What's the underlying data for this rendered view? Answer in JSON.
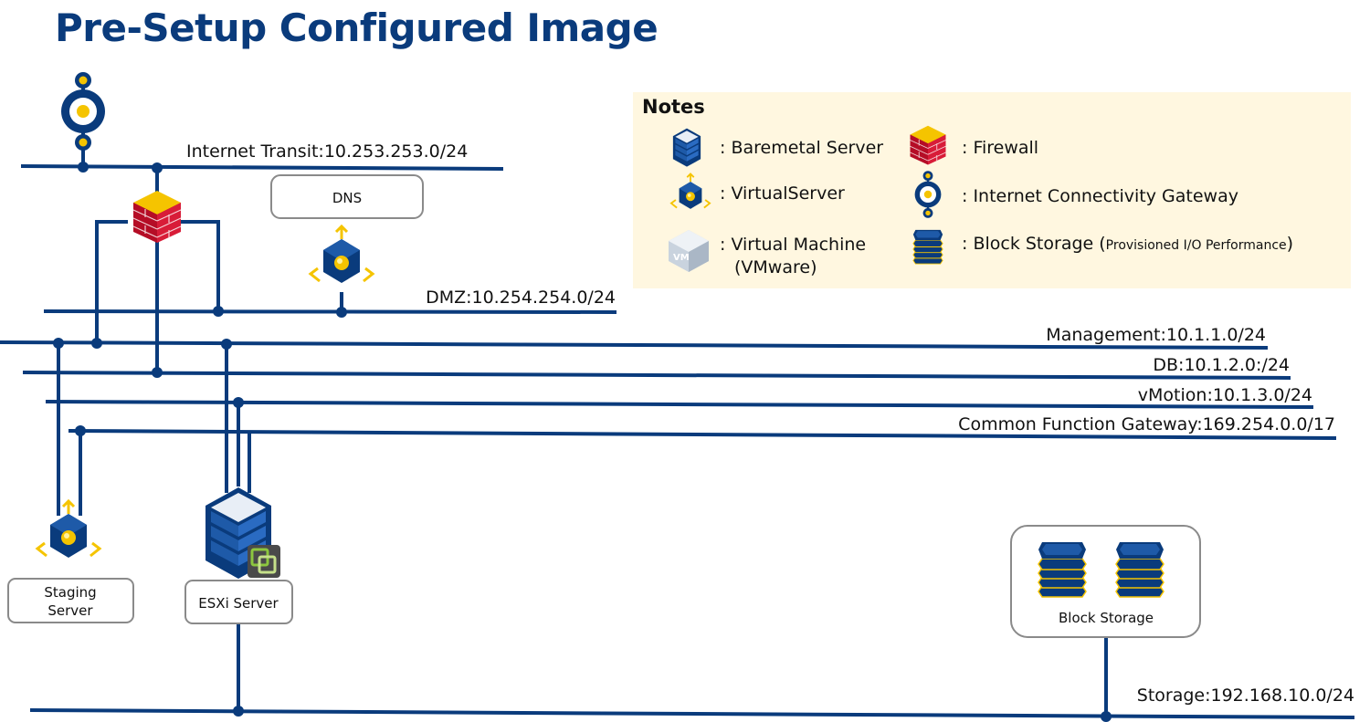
{
  "title": "Pre-Setup Configured Image",
  "networks": {
    "internet_transit": "Internet Transit:10.253.253.0/24",
    "dmz": "DMZ:10.254.254.0/24",
    "management": "Management:10.1.1.0/24",
    "db": "DB:10.1.2.0:/24",
    "vmotion": "vMotion:10.1.3.0/24",
    "common_function_gateway": "Common Function Gateway:169.254.0.0/17",
    "storage": "Storage:192.168.10.0/24"
  },
  "nodes": {
    "dns": "DNS",
    "staging_server_line1": "Staging",
    "staging_server_line2": "Server",
    "esxi_server": "ESXi Server",
    "block_storage": "Block Storage"
  },
  "notes": {
    "title": "Notes",
    "baremetal": ": Baremetal Server",
    "firewall": ": Firewall",
    "virtualserver": ": VirtualServer",
    "internet_gateway": ": Internet Connectivity Gateway",
    "vm_line1": ": Virtual Machine",
    "vm_line2": "(VMware)",
    "block_storage_prefix": ": Block Storage (",
    "block_storage_detail": "Provisioned I/O Performance",
    "block_storage_suffix": ")",
    "vm_icon_text": "VM"
  },
  "colors": {
    "network_line": "#0a3b7c",
    "title": "#0a3b7c",
    "notes_background": "#fff7e0",
    "accent_yellow": "#f5c400",
    "firewall_red": "#c8102e"
  }
}
